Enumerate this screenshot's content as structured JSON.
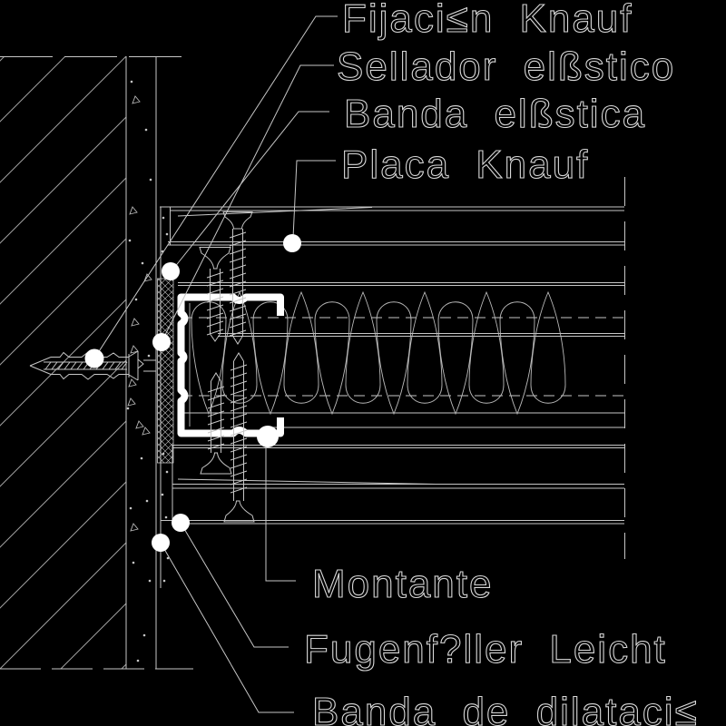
{
  "drawing": {
    "kind": "CAD construction detail",
    "colors": {
      "background": "#000000",
      "line": "#c6c6c6",
      "highlight": "#ffffff",
      "text": "#d8d8d8"
    }
  },
  "labels": {
    "fijacion": "Fijaci≤n Knauf",
    "sellador": "Sellador elßstico",
    "banda_elastica": "Banda elßstica",
    "placa": "Placa Knauf",
    "montante": "Montante",
    "fugenfuller": "Fugenf?ller Leicht",
    "banda_dilatacion": "Banda de dilataci≤"
  }
}
